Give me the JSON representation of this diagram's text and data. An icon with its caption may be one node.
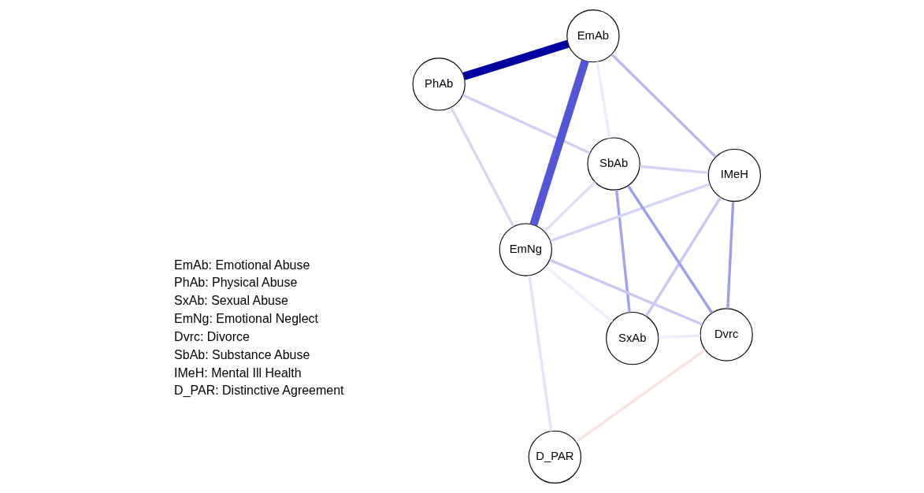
{
  "diagram": {
    "nodes": [
      {
        "text": [
          "PhAb"
        ]
      },
      {
        "text": [
          "EmAb"
        ]
      },
      {
        "text": [
          "SxAb"
        ]
      },
      {
        "text": [
          "EmNg"
        ]
      },
      {
        "text": [
          "IMeH"
        ]
      },
      {
        "text": [
          "SbAb"
        ]
      },
      {
        "text": [
          "D_PAR"
        ]
      },
      {
        "text": [
          "Dvrc"
        ]
      }
    ],
    "edges": [
      {
        "from": 0,
        "to": 1,
        "arrow": "none",
        "style": "thick",
        "color": "#0000a0"
      },
      {
        "from": 1,
        "to": 3,
        "arrow": "none",
        "style": "thick",
        "color": "#5555d5"
      },
      {
        "from": 0,
        "to": 3,
        "arrow": "none",
        "color": "#d8d8f6"
      },
      {
        "from": 0,
        "to": 5,
        "arrow": "none",
        "color": "#d0d0f4"
      },
      {
        "from": 1,
        "to": 4,
        "arrow": "none",
        "color": "#b8b8ee"
      },
      {
        "from": 1,
        "to": 5,
        "arrow": "none",
        "color": "#ececfb"
      },
      {
        "from": 2,
        "to": 3,
        "arrow": "none",
        "color": "#ededfb"
      },
      {
        "from": 2,
        "to": 4,
        "arrow": "none",
        "color": "#c8c8f2"
      },
      {
        "from": 2,
        "to": 5,
        "arrow": "none",
        "color": "#a4a4e8"
      },
      {
        "from": 2,
        "to": 7,
        "arrow": "none",
        "color": "#ececfb"
      },
      {
        "from": 5,
        "to": 4,
        "arrow": "none",
        "color": "#d4d4f5"
      },
      {
        "from": 5,
        "to": 3,
        "arrow": "none",
        "color": "#e0e0f8"
      },
      {
        "from": 4,
        "to": 3,
        "arrow": "none",
        "color": "#d4d4f5"
      },
      {
        "from": 5,
        "to": 7,
        "arrow": "none",
        "color": "#a0a0e8"
      },
      {
        "from": 4,
        "to": 7,
        "arrow": "none",
        "color": "#a0a0e8"
      },
      {
        "from": 7,
        "to": 3,
        "arrow": "none",
        "color": "#c8c8f2"
      },
      {
        "from": 3,
        "to": 6,
        "arrow": "none",
        "color": "#e4e4f9"
      },
      {
        "from": 7,
        "to": 6,
        "arrow": "none",
        "color": "#fbe4e0"
      }
    ],
    "labels": [
      "EmAb: Emotional Abuse",
      "PhAb: Physical Abuse",
      "SxAb: Sexual Abuse",
      "EmNg: Emotional Neglect",
      "Dvrc: Divorce",
      "SbAb: Substance Abuse",
      "IMeH: Mental Ill Health",
      "D_PAR: Distinctive Agreement"
    ]
  }
}
